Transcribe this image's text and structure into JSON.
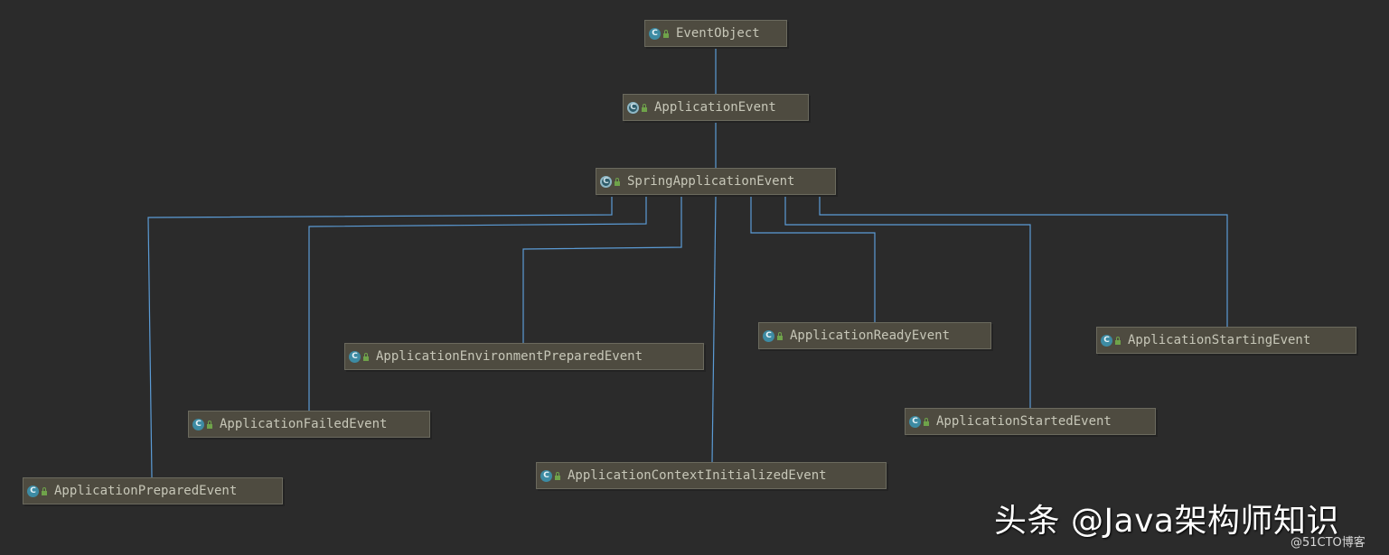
{
  "diagram": {
    "nodes": {
      "event_object": {
        "label": "EventObject",
        "icon": "class-icon",
        "abstract": false
      },
      "application_event": {
        "label": "ApplicationEvent",
        "icon": "abstract-class-icon",
        "abstract": true
      },
      "spring_application_event": {
        "label": "SpringApplicationEvent",
        "icon": "abstract-class-icon",
        "abstract": true
      },
      "application_environment_prepared_event": {
        "label": "ApplicationEnvironmentPreparedEvent",
        "icon": "class-icon",
        "abstract": false
      },
      "application_ready_event": {
        "label": "ApplicationReadyEvent",
        "icon": "class-icon",
        "abstract": false
      },
      "application_starting_event": {
        "label": "ApplicationStartingEvent",
        "icon": "class-icon",
        "abstract": false
      },
      "application_failed_event": {
        "label": "ApplicationFailedEvent",
        "icon": "class-icon",
        "abstract": false
      },
      "application_started_event": {
        "label": "ApplicationStartedEvent",
        "icon": "class-icon",
        "abstract": false
      },
      "application_context_initialized_event": {
        "label": "ApplicationContextInitializedEvent",
        "icon": "class-icon",
        "abstract": false
      },
      "application_prepared_event": {
        "label": "ApplicationPreparedEvent",
        "icon": "class-icon",
        "abstract": false
      }
    },
    "relations": [
      {
        "from": "application_event",
        "to": "event_object",
        "type": "extends"
      },
      {
        "from": "spring_application_event",
        "to": "application_event",
        "type": "extends"
      },
      {
        "from": "application_prepared_event",
        "to": "spring_application_event",
        "type": "extends"
      },
      {
        "from": "application_failed_event",
        "to": "spring_application_event",
        "type": "extends"
      },
      {
        "from": "application_environment_prepared_event",
        "to": "spring_application_event",
        "type": "extends"
      },
      {
        "from": "application_context_initialized_event",
        "to": "spring_application_event",
        "type": "extends"
      },
      {
        "from": "application_ready_event",
        "to": "spring_application_event",
        "type": "extends"
      },
      {
        "from": "application_started_event",
        "to": "spring_application_event",
        "type": "extends"
      },
      {
        "from": "application_starting_event",
        "to": "spring_application_event",
        "type": "extends"
      }
    ],
    "colors": {
      "background": "#2b2b2b",
      "node_fill": "#4e4b40",
      "node_border": "#6b6a5e",
      "node_text": "#c7c7b8",
      "edge": "#5b9bd5",
      "class_icon": "#3d8ba3",
      "lock_icon": "#6fa34a"
    }
  },
  "icon_glyph": "C",
  "watermark": {
    "main": "头条 @Java架构师知识",
    "sub": "@51CTO博客"
  }
}
